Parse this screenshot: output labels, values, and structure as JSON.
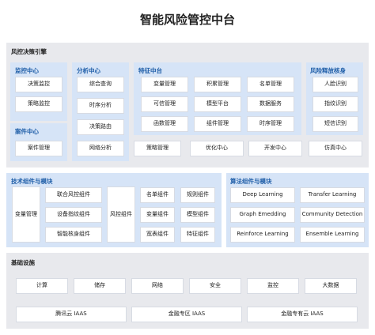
{
  "title": "智能风险管控中台",
  "decision_engine": {
    "label": "风控决策引擎",
    "risk_center": {
      "label": "监控中心",
      "items": [
        "决策监控",
        "策略监控"
      ]
    },
    "case_center": {
      "label": "案件中心",
      "items": [
        "案件管理"
      ]
    },
    "analysis_center": {
      "label": "分析中心",
      "items": [
        "综合查询",
        "时序分析",
        "决策路由",
        "网络分析"
      ]
    },
    "feature_center": {
      "label": "特征中台",
      "rows": [
        [
          "变量管理",
          "积累管理",
          "名单管理"
        ],
        [
          "可信管理",
          "模型平台",
          "数据服务"
        ],
        [
          "函数管理",
          "组件管理",
          "时序管理"
        ]
      ]
    },
    "risk_release": {
      "label": "风险释放核身",
      "items": [
        "人脸识别",
        "指纹识别",
        "短信识别"
      ]
    },
    "bottom_row": [
      "策略管理",
      "优化中心",
      "开发中心",
      "仿真中心"
    ]
  },
  "tech_components": {
    "label": "技术组件与模块",
    "var_mgmt": "变量管理",
    "middle": [
      "联合风控组件",
      "设备指纹组件",
      "智能核身组件"
    ],
    "risk_component": "风控组件",
    "grid": [
      [
        "名单组件",
        "规则组件"
      ],
      [
        "变量组件",
        "模型组件"
      ],
      [
        "宽表组件",
        "特征组件"
      ]
    ]
  },
  "algo_components": {
    "label": "算法组件与模块",
    "rows": [
      [
        "Deep Learning",
        "Transfer Learning"
      ],
      [
        "Graph Emedding",
        "Community Detection"
      ],
      [
        "Reinforce Learning",
        "Ensemble Learning"
      ]
    ]
  },
  "infra": {
    "label": "基础设施",
    "items": [
      "计算",
      "储存",
      "网络",
      "安全",
      "监控",
      "大数据"
    ],
    "clouds": [
      "腾讯云 IAAS",
      "金融专区 IAAS",
      "金融专有云 IAAS"
    ]
  }
}
